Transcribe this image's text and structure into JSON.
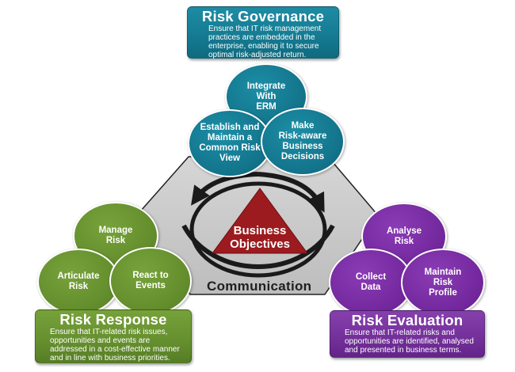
{
  "colors": {
    "governance": "#13758c",
    "response": "#648e2d",
    "evaluation": "#74289e",
    "core": "#9b1b1f",
    "background_shape": "#c8c8c8",
    "cycle_arrows": "#1a1a1a"
  },
  "center": {
    "title_line1": "Business",
    "title_line2": "Objectives",
    "cycle_label": "Communication",
    "cycle_icon": "circular-arrows-icon"
  },
  "governance": {
    "title": "Risk Governance",
    "description": [
      "Ensure that IT risk management",
      "practices are embedded in the",
      "enterprise, enabling it to secure",
      "optimal risk-adjusted return."
    ],
    "circles": [
      {
        "lines": [
          "Integrate",
          "With",
          "ERM"
        ]
      },
      {
        "lines": [
          "Establish and",
          "Maintain a",
          "Common Risk",
          "View"
        ]
      },
      {
        "lines": [
          "Make",
          "Risk-aware",
          "Business",
          "Decisions"
        ]
      }
    ]
  },
  "response": {
    "title": "Risk Response",
    "description": [
      "Ensure that IT-related risk issues,",
      "opportunities and events are",
      "addressed in a cost-effective manner",
      "and in line with business priorities."
    ],
    "circles": [
      {
        "lines": [
          "Manage",
          "Risk"
        ]
      },
      {
        "lines": [
          "Articulate",
          "Risk"
        ]
      },
      {
        "lines": [
          "React to",
          "Events"
        ]
      }
    ]
  },
  "evaluation": {
    "title": "Risk Evaluation",
    "description": [
      "Ensure that IT-related risks and",
      "opportunities are identified, analysed",
      "and presented in business terms."
    ],
    "circles": [
      {
        "lines": [
          "Analyse",
          "Risk"
        ]
      },
      {
        "lines": [
          "Collect",
          "Data"
        ]
      },
      {
        "lines": [
          "Maintain",
          "Risk",
          "Profile"
        ]
      }
    ]
  }
}
